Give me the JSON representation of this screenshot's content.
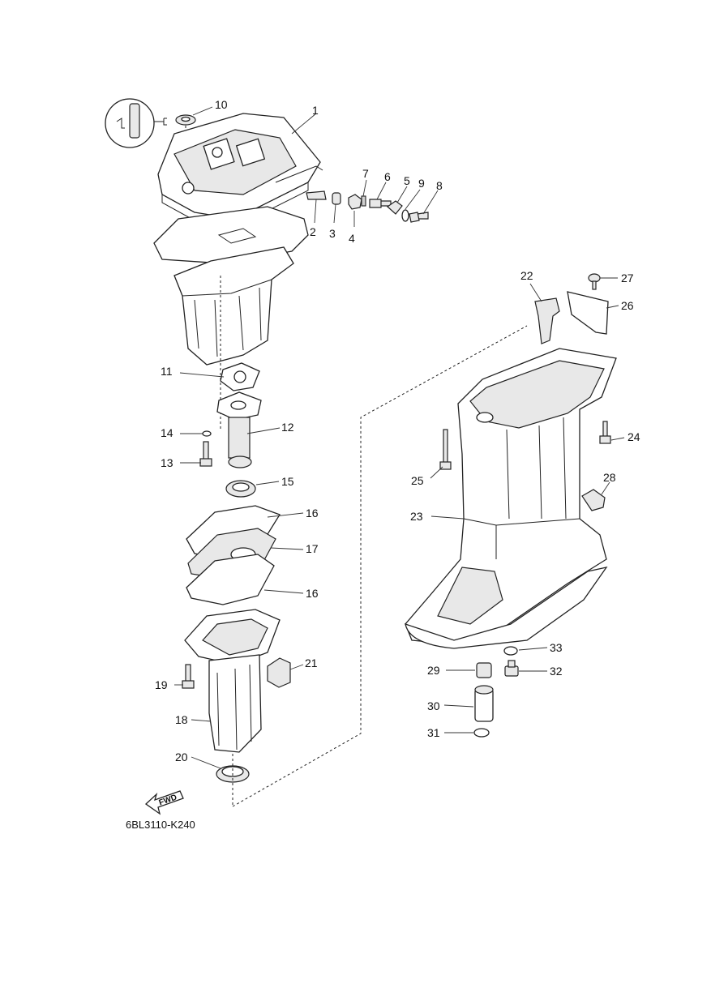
{
  "diagram_code": "6BL3110-K240",
  "fwd_label": "FWD",
  "callouts": {
    "c1": "1",
    "c2": "2",
    "c3": "3",
    "c4": "4",
    "c5": "5",
    "c6": "6",
    "c7": "7",
    "c8": "8",
    "c9": "9",
    "c10": "10",
    "c11": "11",
    "c12": "12",
    "c13": "13",
    "c14": "14",
    "c15": "15",
    "c16a": "16",
    "c16b": "16",
    "c17": "17",
    "c18": "18",
    "c19": "19",
    "c20": "20",
    "c21": "21",
    "c22": "22",
    "c23": "23",
    "c24": "24",
    "c25": "25",
    "c26": "26",
    "c27": "27",
    "c28": "28",
    "c29": "29",
    "c30": "30",
    "c31": "31",
    "c32": "32",
    "c33": "33"
  }
}
